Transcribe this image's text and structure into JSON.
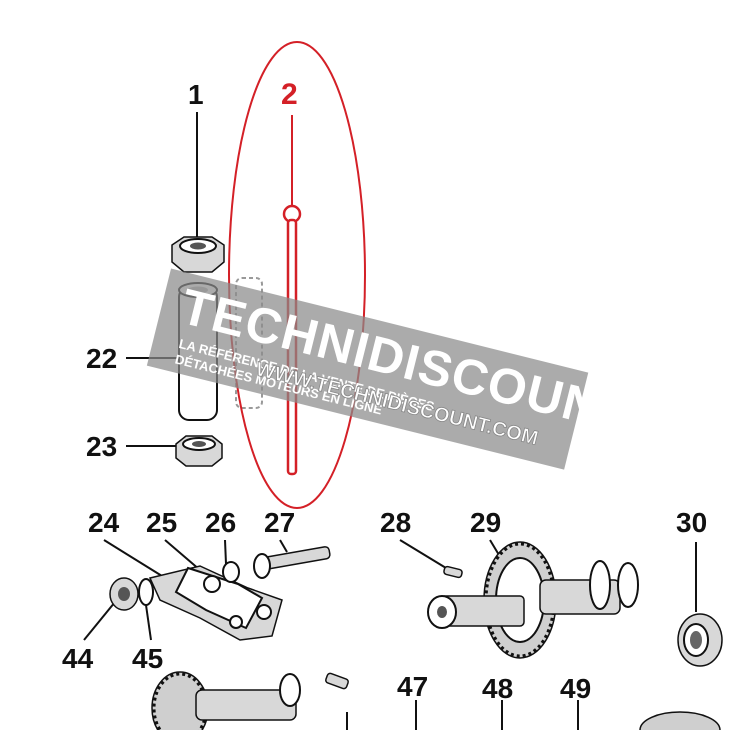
{
  "callouts": {
    "c1": "1",
    "c2": "2",
    "c22": "22",
    "c23": "23",
    "c24": "24",
    "c25": "25",
    "c26": "26",
    "c27": "27",
    "c28": "28",
    "c29": "29",
    "c30": "30",
    "c44": "44",
    "c45": "45",
    "c47": "47",
    "c48": "48",
    "c49": "49"
  },
  "watermark": {
    "brand": "TECHNIDISCOUNT",
    "tagline_1": "LA RÉFÉRENCE DE LA VENTE DE PIÈCES",
    "tagline_2": "DÉTACHÉES MOTEURS EN LIGNE",
    "url": "WWW.TECHNIDISCOUNT.COM"
  },
  "colors": {
    "highlight": "#d42027",
    "ink": "#111111",
    "watermark_band": "#8a8a8a"
  }
}
